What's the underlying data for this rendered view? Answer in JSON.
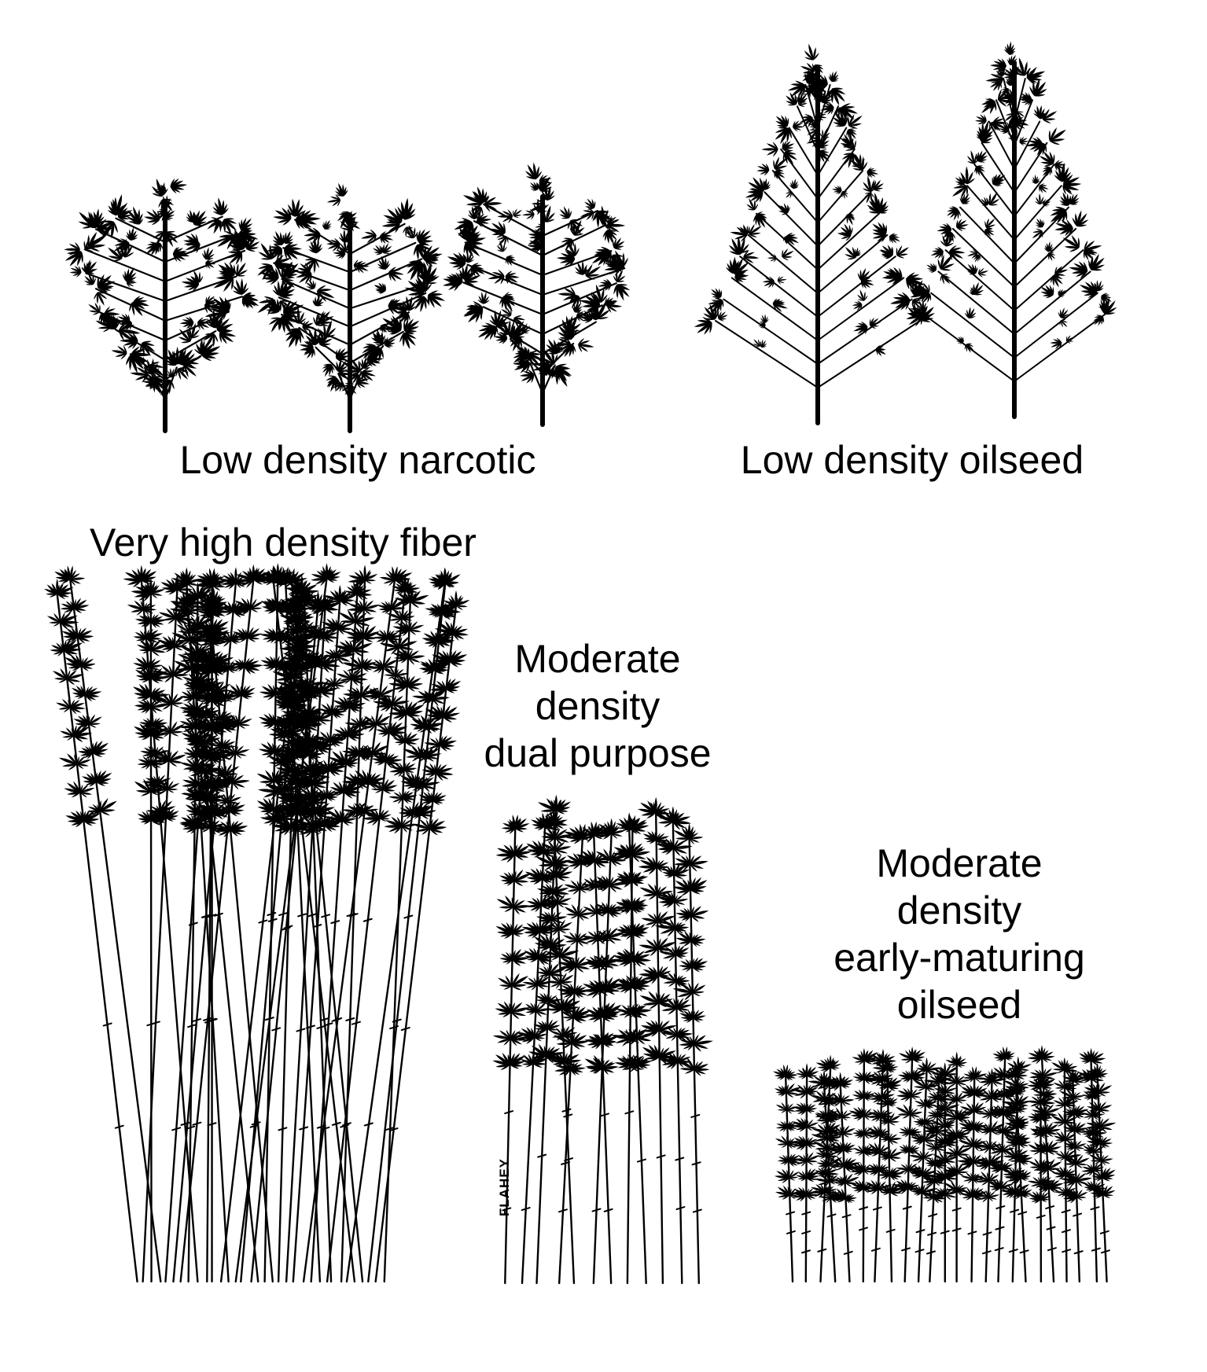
{
  "labels": {
    "low_density_narcotic": "Low density narcotic",
    "low_density_oilseed": "Low density oilseed",
    "very_high_density_fiber": "Very high density fiber",
    "moderate_dual_purpose": [
      "Moderate",
      "density",
      "dual purpose"
    ],
    "moderate_early_oilseed": [
      "Moderate",
      "density",
      "early-maturing",
      "oilseed"
    ]
  },
  "signature": "FLAHEY",
  "colors": {
    "ink": "#000000",
    "paper": "#ffffff"
  }
}
